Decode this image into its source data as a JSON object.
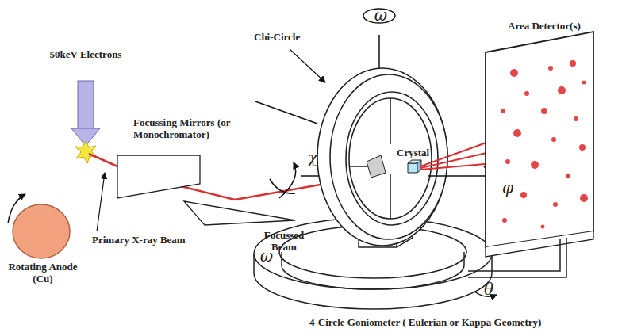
{
  "diagram": {
    "labels": [
      "50keV Electrons",
      "Focussing Mirrors (or Monochromator)",
      "Chi-Circle",
      "Area Detector(s)",
      "Crystal",
      "Rotating Anode (Cu)",
      "Primary X-ray Beam",
      "Focussed Beam",
      "4-Circle Goniometer ( Eulerian or Kappa Geometry)",
      "ω",
      "ω",
      "χ",
      "φ",
      "θ"
    ]
  }
}
